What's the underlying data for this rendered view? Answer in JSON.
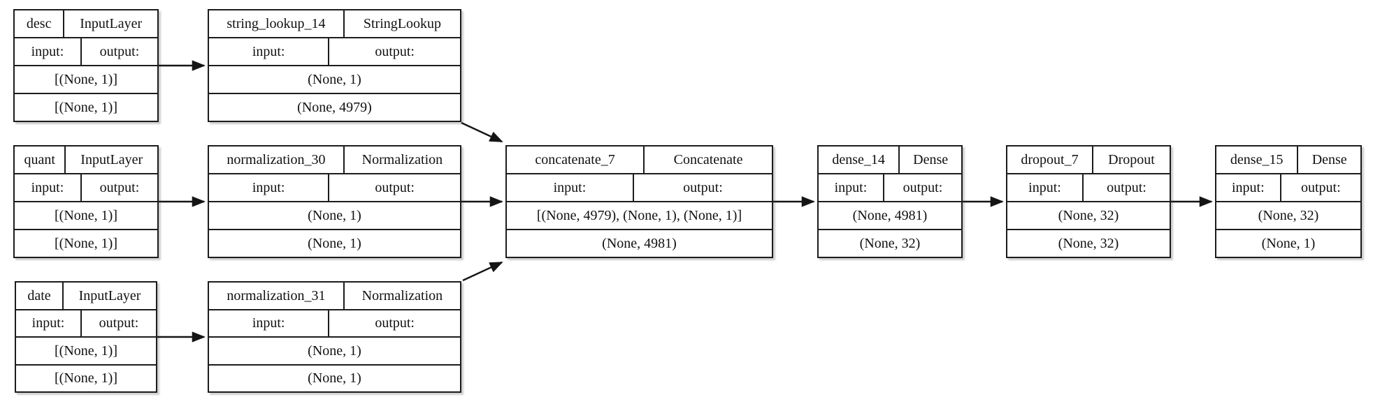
{
  "diagram_title": "keras-model-plot",
  "labels": {
    "input_label": "input:",
    "output_label": "output:"
  },
  "colors": {
    "border": "#1c1c1c",
    "background": "#ffffff",
    "text": "#111111",
    "edge": "#151515"
  },
  "nodes": [
    {
      "name": "desc",
      "type": "InputLayer",
      "input_shape": "[(None, 1)]",
      "output_shape": "[(None, 1)]"
    },
    {
      "name": "string_lookup_14",
      "type": "StringLookup",
      "input_shape": "(None, 1)",
      "output_shape": "(None, 4979)"
    },
    {
      "name": "quant",
      "type": "InputLayer",
      "input_shape": "[(None, 1)]",
      "output_shape": "[(None, 1)]"
    },
    {
      "name": "normalization_30",
      "type": "Normalization",
      "input_shape": "(None, 1)",
      "output_shape": "(None, 1)"
    },
    {
      "name": "concatenate_7",
      "type": "Concatenate",
      "input_shape": "[(None, 4979), (None, 1), (None, 1)]",
      "output_shape": "(None, 4981)"
    },
    {
      "name": "dense_14",
      "type": "Dense",
      "input_shape": "(None, 4981)",
      "output_shape": "(None, 32)"
    },
    {
      "name": "dropout_7",
      "type": "Dropout",
      "input_shape": "(None, 32)",
      "output_shape": "(None, 32)"
    },
    {
      "name": "dense_15",
      "type": "Dense",
      "input_shape": "(None, 32)",
      "output_shape": "(None, 1)"
    },
    {
      "name": "date",
      "type": "InputLayer",
      "input_shape": "[(None, 1)]",
      "output_shape": "[(None, 1)]"
    },
    {
      "name": "normalization_31",
      "type": "Normalization",
      "input_shape": "(None, 1)",
      "output_shape": "(None, 1)"
    }
  ],
  "edges": [
    {
      "from": "desc",
      "to": "string_lookup_14"
    },
    {
      "from": "string_lookup_14",
      "to": "concatenate_7"
    },
    {
      "from": "quant",
      "to": "normalization_30"
    },
    {
      "from": "normalization_30",
      "to": "concatenate_7"
    },
    {
      "from": "date",
      "to": "normalization_31"
    },
    {
      "from": "normalization_31",
      "to": "concatenate_7"
    },
    {
      "from": "concatenate_7",
      "to": "dense_14"
    },
    {
      "from": "dense_14",
      "to": "dropout_7"
    },
    {
      "from": "dropout_7",
      "to": "dense_15"
    }
  ]
}
